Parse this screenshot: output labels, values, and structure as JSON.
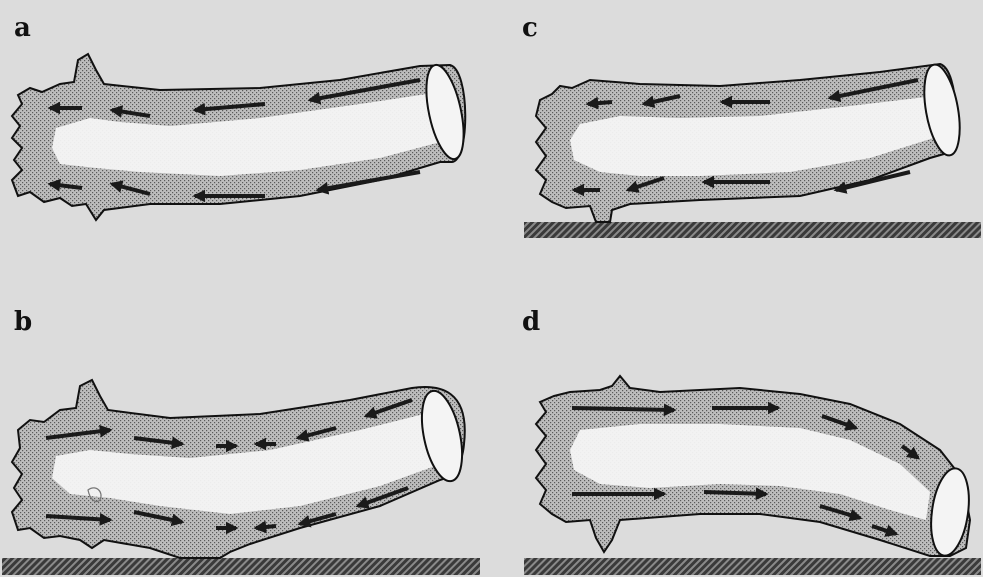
{
  "figure": {
    "panels": [
      {
        "id": "a",
        "label": "a",
        "substrate": false
      },
      {
        "id": "b",
        "label": "b",
        "substrate": true
      },
      {
        "id": "c",
        "label": "c",
        "substrate": true
      },
      {
        "id": "d",
        "label": "d",
        "substrate": true
      }
    ],
    "colors": {
      "background": "#dcdcdc",
      "outline": "#111111",
      "cortex_stipple": "#9a9a9a",
      "cell_interior": "#f2f2f2",
      "arrow": "#1a1a1a",
      "substrate_dark": "#2e2e2e",
      "substrate_hatch": "#6e6e6e"
    }
  }
}
